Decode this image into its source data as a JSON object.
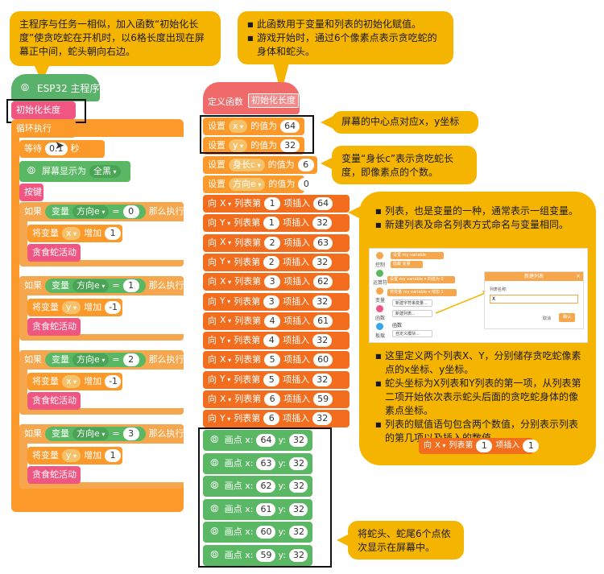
{
  "callouts": {
    "c1": "主程序与任务一相似，加入函数“初始化长度”使贪吃蛇在开机时，以6格长度出现在屏幕正中间，蛇头朝向右边。",
    "c2_items": [
      "此函数用于变量和列表的初始化赋值。",
      "游戏开始时，通过6个像素点表示贪吃蛇的身体和蛇头。"
    ],
    "c3": "屏幕的中心点对应x，y坐标",
    "c4": "变量“身长c”表示贪吃蛇长度，即像素点的个数。",
    "c5_items": [
      "列表，也是变量的一种，通常表示一组变量。",
      "新建列表及命名列表方式命名与变量相同。"
    ],
    "c5_items2": [
      "这里定义两个列表X、Y，分别储存贪吃蛇像素点的x坐标、y坐标。",
      "蛇头坐标为X列表和Y列表的第一项，从列表第二项开始依次表示蛇头后面的贪吃蛇身体的像素点坐标。",
      "列表的赋值语句包含两个数值，分别表示列表的第几项以及插入的数值。"
    ],
    "c6": "将蛇头、蛇尾6个点依次显示在屏幕中。"
  },
  "left": {
    "hat": "ESP32 主程序",
    "init": "初始化长度",
    "loop": "循环执行",
    "wait": "等待",
    "wait_val": "0.1",
    "wait_unit": "秒",
    "screen": "屏幕显示为",
    "screen_val": "全黑",
    "key": "按键",
    "if": "如果",
    "var": "变量",
    "dir": "方向e",
    "eq": "=",
    "then": "那么执行",
    "conds": [
      "0",
      "1",
      "2",
      "3"
    ],
    "change": "将变量",
    "inc": "增加",
    "ax": [
      "x",
      "y",
      "x",
      "y"
    ],
    "av": [
      "1",
      "-1",
      "-1",
      "1"
    ],
    "snake": "贪食蛇活动"
  },
  "right": {
    "def_label": "定义函数",
    "def_name": "初始化长度",
    "set": "设置",
    "val_is": "的值为",
    "set_rows": [
      {
        "name": "x",
        "val": "64"
      },
      {
        "name": "y",
        "val": "32"
      },
      {
        "name": "身长c",
        "val": "6"
      },
      {
        "name": "方向e",
        "val": "0"
      }
    ],
    "to": "向",
    "list_item": "列表第",
    "insert": "项插入",
    "list_rows": [
      {
        "l": "X",
        "i": "1",
        "v": "64"
      },
      {
        "l": "Y",
        "i": "1",
        "v": "32"
      },
      {
        "l": "X",
        "i": "2",
        "v": "63"
      },
      {
        "l": "Y",
        "i": "2",
        "v": "32"
      },
      {
        "l": "X",
        "i": "3",
        "v": "62"
      },
      {
        "l": "Y",
        "i": "3",
        "v": "32"
      },
      {
        "l": "X",
        "i": "4",
        "v": "61"
      },
      {
        "l": "Y",
        "i": "4",
        "v": "32"
      },
      {
        "l": "X",
        "i": "5",
        "v": "60"
      },
      {
        "l": "Y",
        "i": "5",
        "v": "32"
      },
      {
        "l": "X",
        "i": "6",
        "v": "59"
      },
      {
        "l": "Y",
        "i": "6",
        "v": "32"
      }
    ],
    "draw": "画点 x:",
    "ylab": "y:",
    "points": [
      {
        "x": "64",
        "y": "32"
      },
      {
        "x": "63",
        "y": "32"
      },
      {
        "x": "62",
        "y": "32"
      },
      {
        "x": "61",
        "y": "32"
      },
      {
        "x": "60",
        "y": "32"
      },
      {
        "x": "59",
        "y": "32"
      }
    ]
  },
  "inset": {
    "cats": [
      "控制",
      "运算符",
      "变量",
      "函数",
      "板载"
    ],
    "b1": "设置 my variable",
    "b2": "隐藏 变量",
    "b3": "设置 my variable ▾ 的值为 0",
    "b4": "将变量 my variable ▾ 增加 1",
    "b5": "新建字符串变量...",
    "b6": "新建列表...",
    "fn": "函数",
    "b7": "自定义模块...",
    "dlg_title": "新建列表",
    "dlg_label": "列表名称:",
    "dlg_value": "X",
    "cancel": "取消",
    "ok": "确认"
  },
  "example": {
    "to": "向",
    "l": "X",
    "item": "列表第",
    "i": "1",
    "insert": "项插入",
    "v": "1"
  }
}
